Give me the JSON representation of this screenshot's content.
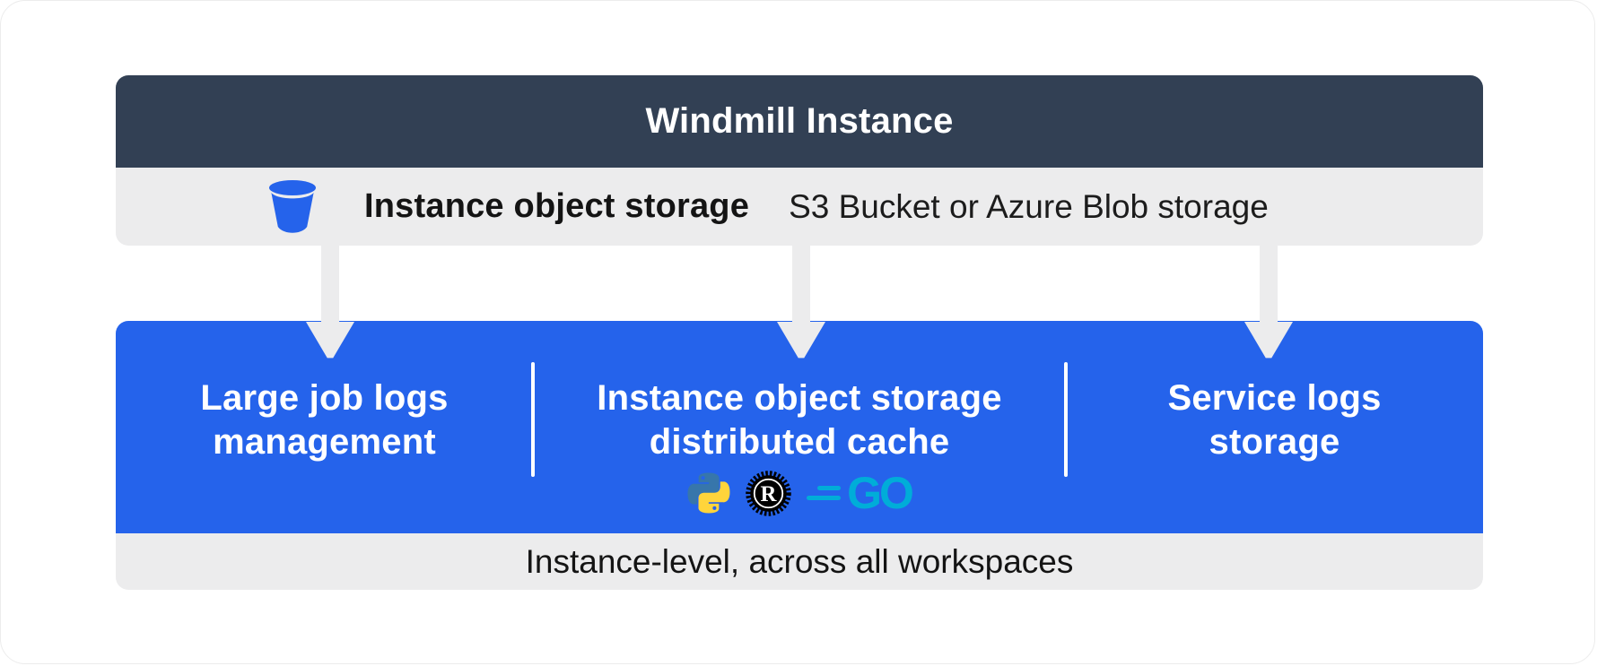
{
  "colors": {
    "header_dark": "#324054",
    "accent_blue": "#2563EB",
    "panel_gray": "#ECECED",
    "text_dark": "#141414",
    "white": "#FFFFFF",
    "python_blue": "#3776AB",
    "python_yellow": "#FFD43B",
    "rust_black": "#000000",
    "go_teal": "#00ADD8"
  },
  "header": {
    "title": "Windmill Instance"
  },
  "storage_row": {
    "icon": "bucket-icon",
    "label": "Instance object storage",
    "sublabel": "S3 Bucket or Azure Blob storage"
  },
  "arrows": {
    "icon": "arrow-down-icon"
  },
  "features_panel": {
    "columns": [
      {
        "lines": [
          "Large job logs",
          "management"
        ]
      },
      {
        "lines": [
          "Instance object storage",
          "distributed cache"
        ],
        "language_icons": [
          {
            "icon": "python-icon"
          },
          {
            "icon": "rust-icon",
            "letter": "R"
          },
          {
            "icon": "go-icon",
            "text": "GO"
          }
        ]
      },
      {
        "lines": [
          "Service logs",
          "storage"
        ]
      }
    ]
  },
  "footer": {
    "text": "Instance-level, across all workspaces"
  }
}
